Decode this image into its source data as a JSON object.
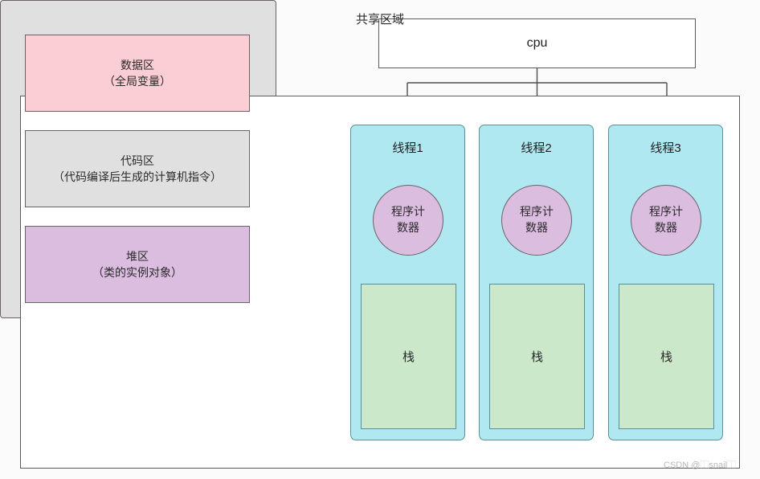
{
  "diagram": {
    "title": "cpu",
    "cpu": {
      "label": "cpu"
    },
    "shared_region": {
      "title": "共享区域",
      "areas": [
        {
          "name": "data-area",
          "line1": "数据区",
          "line2": "（全局变量）",
          "color": "#fbcdd5"
        },
        {
          "name": "code-area",
          "line1": "代码区",
          "line2": "（代码编译后生成的计算机指令）",
          "color": "#e0e0e0"
        },
        {
          "name": "heap-area",
          "line1": "堆区",
          "line2": "（类的实例对象）",
          "color": "#dbbde0"
        }
      ]
    },
    "threads": [
      {
        "title": "线程1",
        "pc_line1": "程序计",
        "pc_line2": "数器",
        "stack_label": "栈"
      },
      {
        "title": "线程2",
        "pc_line1": "程序计",
        "pc_line2": "数器",
        "stack_label": "栈"
      },
      {
        "title": "线程3",
        "pc_line1": "程序计",
        "pc_line2": "数器",
        "stack_label": "栈"
      }
    ],
    "watermark": "CSDN @⿰snail⿰",
    "colors": {
      "thread_fill": "#b0e8f2",
      "thread_stroke": "#5a8f98",
      "shared_fill": "#e0e0e0",
      "stroke": "#6b6267",
      "stack_fill": "#cbe8ca",
      "pc_fill": "#dbbde0",
      "connector": "#4d4d4d",
      "background": "#fbfbfb"
    }
  }
}
